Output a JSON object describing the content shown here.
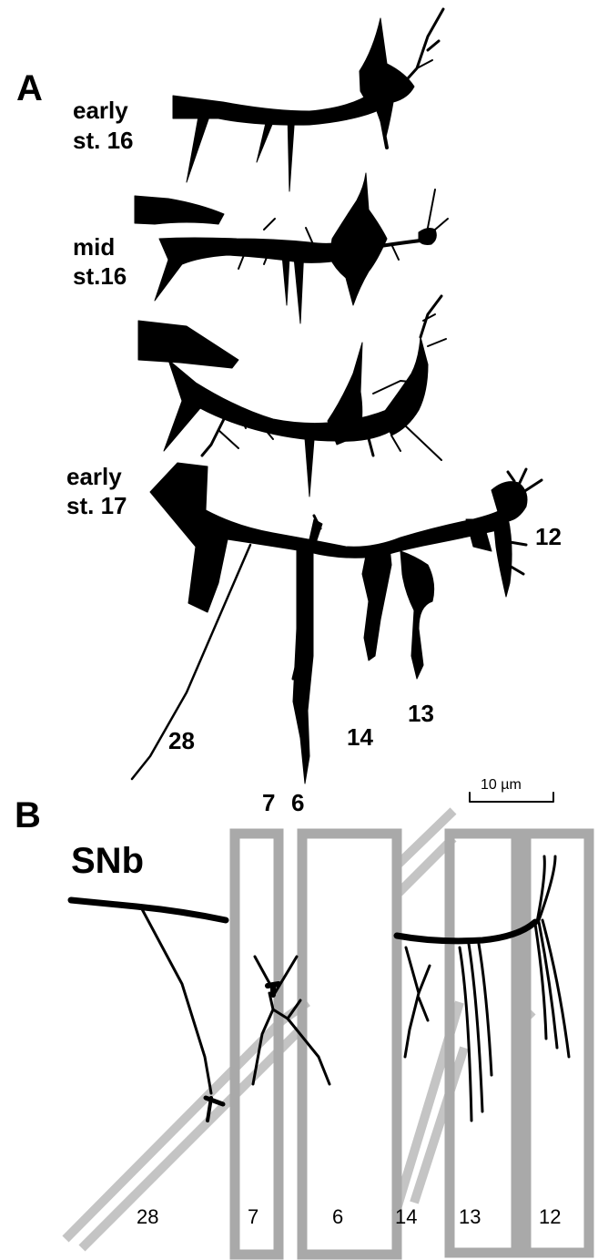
{
  "panel_a": {
    "letter": "A",
    "stage_early16_line1": "early",
    "stage_early16_line2": "st. 16",
    "stage_mid16_line1": "mid",
    "stage_mid16_line2": "st.16",
    "stage_early17_line1": "early",
    "stage_early17_line2": "st. 17",
    "branch_labels": [
      "12",
      "13",
      "14",
      "28"
    ]
  },
  "panel_b": {
    "letter": "B",
    "nerve_label": "SNb",
    "top_labels": [
      "7",
      "6"
    ],
    "scale_bar_label": "10 µm",
    "muscle_labels": [
      "28",
      "7",
      "6",
      "14",
      "13",
      "12"
    ]
  }
}
